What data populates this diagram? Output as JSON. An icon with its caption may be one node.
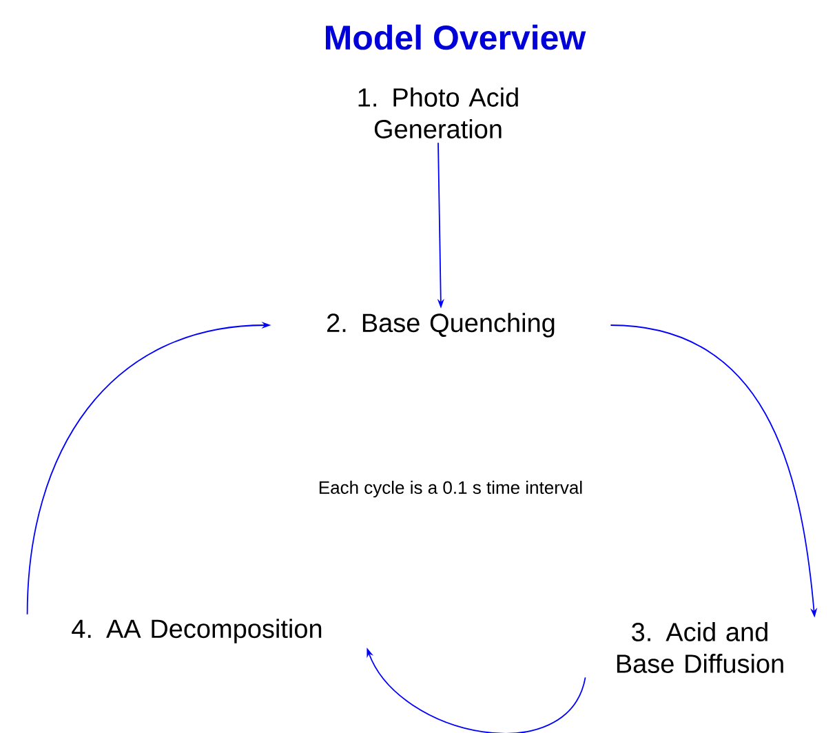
{
  "diagram": {
    "title": "Model Overview",
    "nodes": [
      {
        "text": [
          "1. Photo Acid Generation"
        ]
      },
      {
        "text": [
          "2. Base Quenching"
        ]
      },
      {
        "text": [
          "3. Acid and Base Diffusion"
        ]
      },
      {
        "text": [
          "4. AA Decomposition"
        ]
      }
    ],
    "edges": [
      {
        "from": 0,
        "to": 1,
        "arrow": "to"
      },
      {
        "from": 1,
        "to": 2,
        "arrow": "to"
      },
      {
        "from": 2,
        "to": 3,
        "arrow": "to"
      },
      {
        "from": 3,
        "to": 1,
        "arrow": "to"
      }
    ],
    "labels": [
      "Each cycle is a 0.1 s time interval"
    ]
  }
}
